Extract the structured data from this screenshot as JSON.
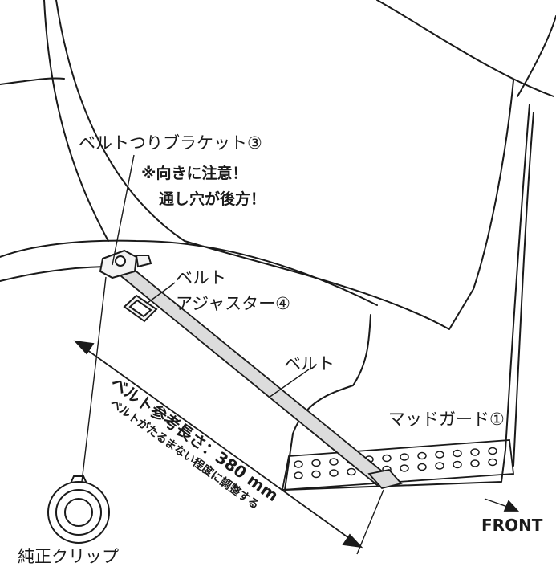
{
  "labels": {
    "bracket": "ベルトつりブラケット③",
    "warning_line1": "※向きに注意！",
    "warning_line2": "通し穴が後方！",
    "adjuster_line1": "ベルト",
    "adjuster_line2": "アジャスター④",
    "belt": "ベルト",
    "mudguard": "マッドガード①",
    "front": "FRONT",
    "clip": "純正クリップ",
    "length_main": "ベルト参考長さ：380 mm",
    "length_note": "ベルトがたるまない程度に調整する"
  },
  "colors": {
    "line": "#1a1a1a",
    "belt_fill": "#dcdcdc",
    "background": "#ffffff"
  }
}
